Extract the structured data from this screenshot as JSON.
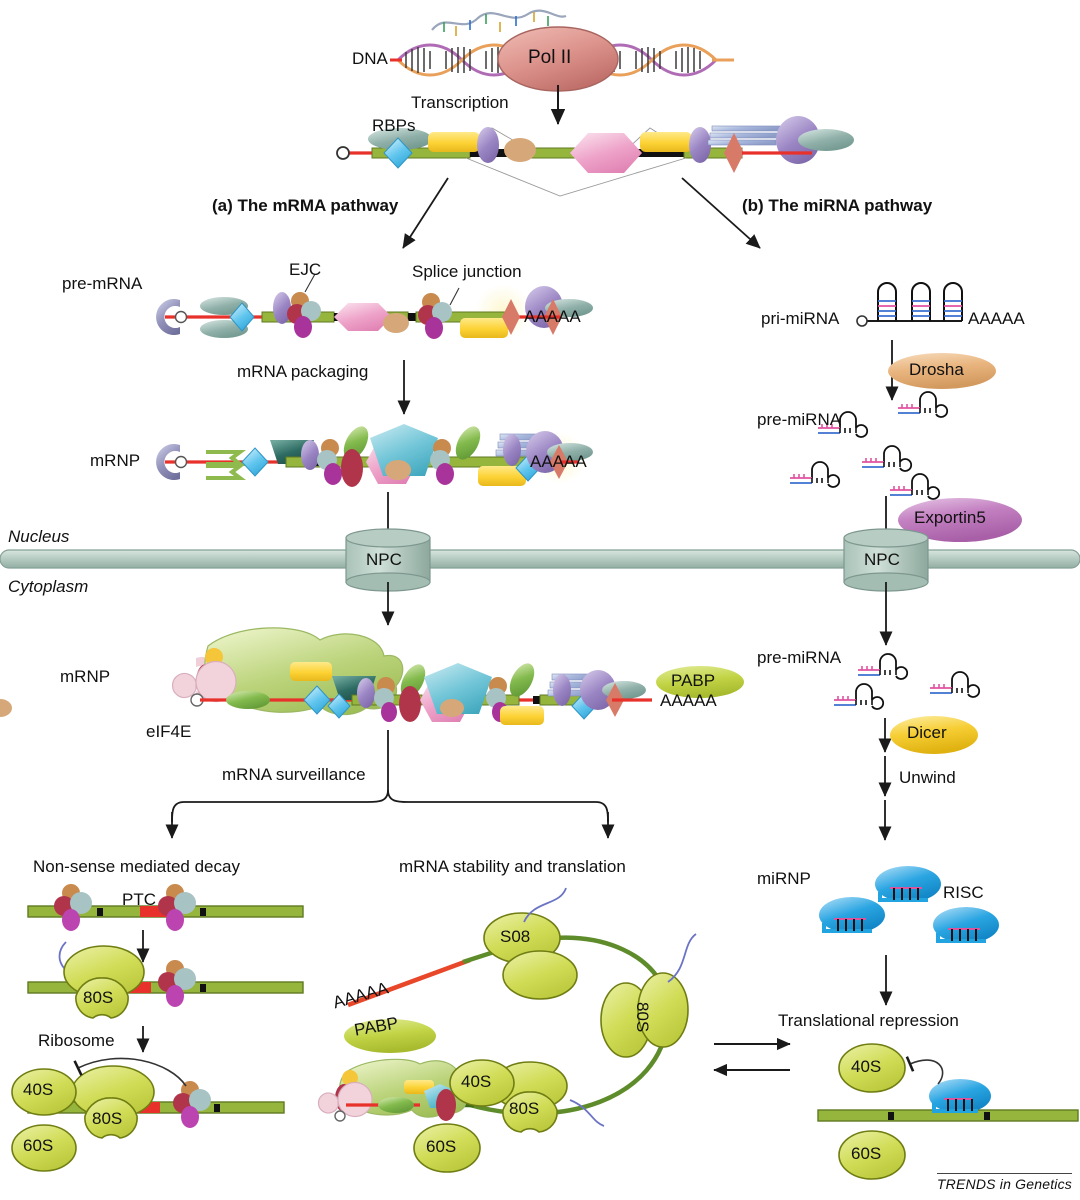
{
  "figure": {
    "credit": "TRENDS in Genetics",
    "panels": [
      {
        "id": "a",
        "label": "(a) The mRMA pathway"
      },
      {
        "id": "b",
        "label": "(b) The miRNA pathway"
      }
    ]
  },
  "compartments": {
    "nucleus": "Nucleus",
    "cytoplasm": "Cytoplasm",
    "pore": "NPC"
  },
  "transcription": {
    "dna_label": "DNA",
    "polymerase": "Pol II",
    "arrow_label": "Transcription",
    "rbps_label": "RBPs"
  },
  "mrna_pathway": {
    "pre_mrna_label": "pre-mRNA",
    "ejc_label": "EJC",
    "splice_junction_label": "Splice junction",
    "polyA": "AAAAA",
    "packaging_label": "mRNA packaging",
    "mrnp_nuclear_label": "mRNP",
    "mrnp_cyto_label": "mRNP",
    "eif4e_label": "eIF4E",
    "pabp_label": "PABP",
    "surveillance_label": "mRNA surveillance",
    "branch_left": "Non-sense mediated decay",
    "branch_right": "mRNA stability and translation",
    "ptc_label": "PTC",
    "ribosome_label": "Ribosome",
    "subunit_80S": "80S",
    "subunit_40S": "40S",
    "subunit_60S": "60S",
    "loop_ribosomes": [
      "S08",
      "80S",
      "80S"
    ],
    "loop_polyA": "AAAAA",
    "loop_pabp": "PABP",
    "loop_40S": "40S",
    "loop_60S": "60S"
  },
  "mirna_pathway": {
    "pri_mirna_label": "pri-miRNA",
    "polyA": "AAAAA",
    "drosha_label": "Drosha",
    "pre_mirna_nuclear_label": "pre-miRNA",
    "exportin_label": "Exportin5",
    "pre_mirna_cyto_label": "pre-miRNA",
    "dicer_label": "Dicer",
    "unwind_label": "Unwind",
    "mirnp_label": "miRNP",
    "risc_label": "RISC",
    "repression_label": "Translational repression",
    "repressed_40S": "40S",
    "repressed_60S": "60S"
  },
  "colors": {
    "pol2": "#d98b86",
    "drosha": "#e8b382",
    "exportin": "#c282c0",
    "dicer": "#f5cf3a",
    "ribosome": "#cdd94a",
    "pabp": "#c2d445",
    "risc": "#22a4e0",
    "membrane": "#b9cdc4",
    "npc": "#9fbdb2",
    "rna_red": "#e8312a",
    "exon_green": "#96b53c",
    "eif4e": "#b9d178",
    "mirna_pink": "#e0539f",
    "mirna_blue": "#3a6fd0"
  }
}
